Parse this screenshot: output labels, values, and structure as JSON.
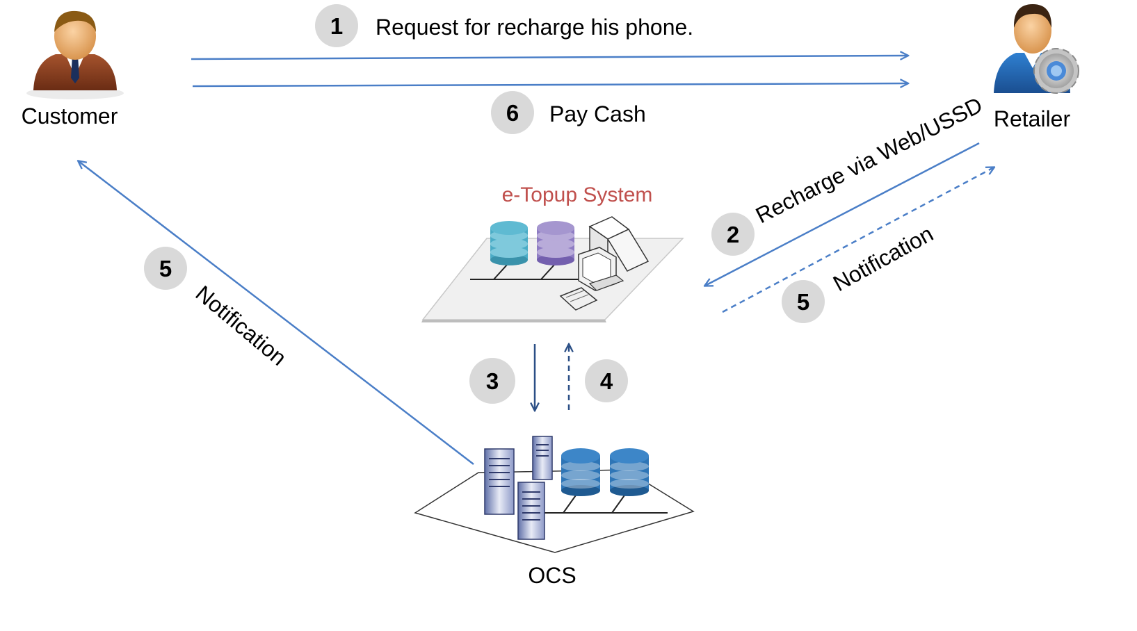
{
  "actors": {
    "customer": "Customer",
    "retailer": "Retailer",
    "etopup": "e-Topup System",
    "ocs": "OCS"
  },
  "steps": [
    {
      "num": "1",
      "text": "Request for recharge his phone."
    },
    {
      "num": "6",
      "text": "Pay Cash"
    },
    {
      "num": "2",
      "text": "Recharge via Web/USSD"
    },
    {
      "num": "5",
      "text": "Notification"
    },
    {
      "num": "5",
      "text": "Notification"
    },
    {
      "num": "3"
    },
    {
      "num": "4"
    }
  ],
  "colors": {
    "arrow": "#4a7ec7",
    "arrow_dark": "#2b4f86",
    "etopup_label": "#c0504d",
    "step_circle": "#d9d9d9",
    "db_teal": "#4bacc6",
    "db_purple": "#8e7cc3",
    "db_blue": "#2e75b6"
  },
  "icons": {
    "customer": "businessman-icon",
    "retailer": "retailer-gear-icon",
    "etopup": "network-platform-icon",
    "ocs": "server-cluster-icon"
  }
}
